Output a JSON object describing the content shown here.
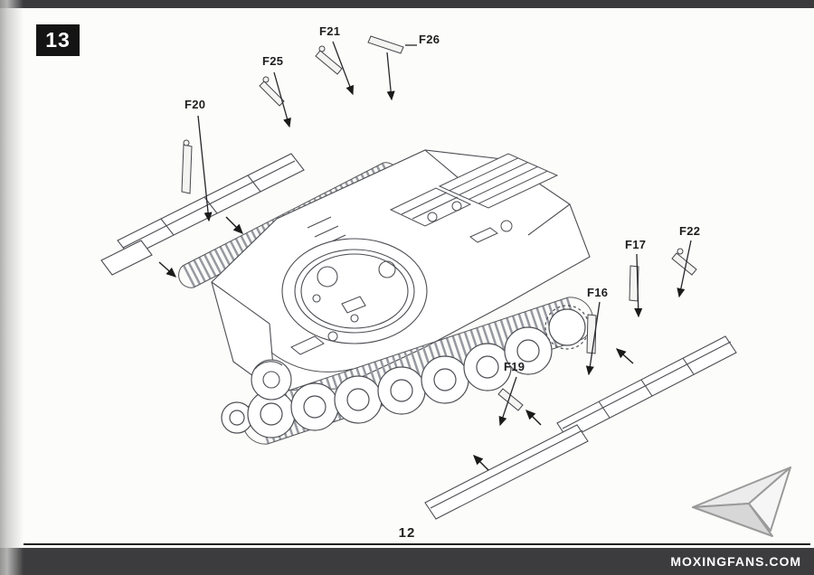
{
  "page": {
    "step_number": "13",
    "page_number": "12",
    "watermark": "MOXINGFANS.COM"
  },
  "callouts": [
    {
      "text": "F20"
    },
    {
      "text": "F25"
    },
    {
      "text": "F21"
    },
    {
      "text": "F26"
    },
    {
      "text": "F19"
    },
    {
      "text": "F16"
    },
    {
      "text": "F17"
    },
    {
      "text": "F22"
    }
  ],
  "colors": {
    "border_band": "#3c3c3e",
    "badge_bg": "#141414",
    "badge_fg": "#ffffff",
    "line_ink": "#4c4e53",
    "leader_ink": "#27272b"
  }
}
